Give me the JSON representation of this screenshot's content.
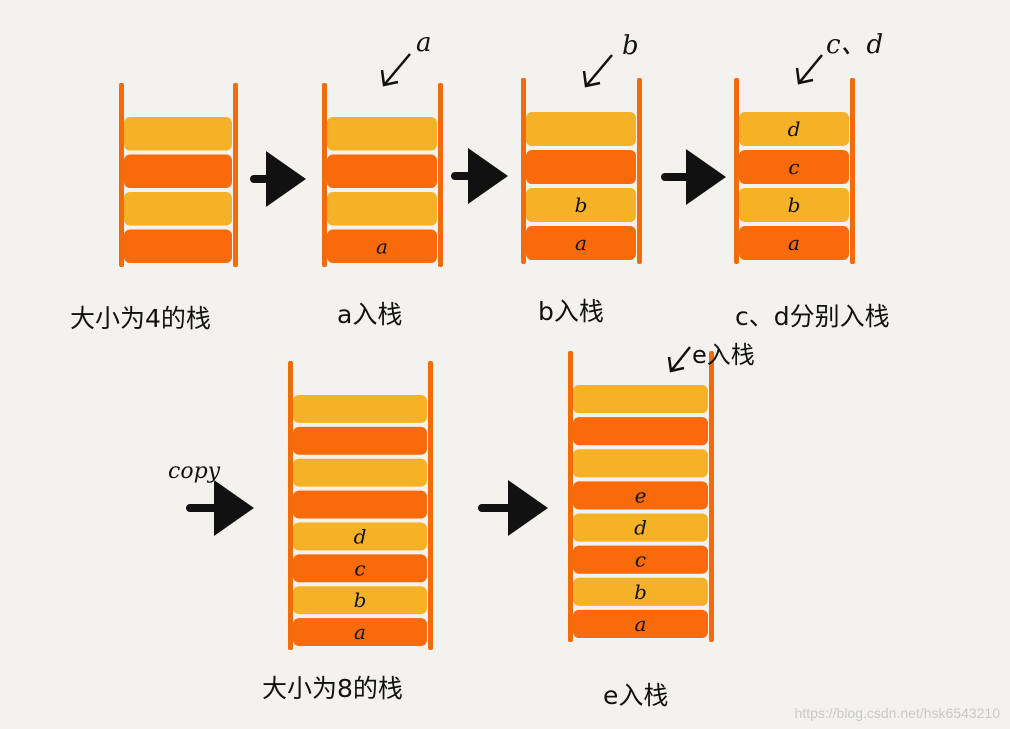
{
  "colors": {
    "background": "#f3f2ee",
    "wall": "#f46b0c",
    "cell_yellow": "#f6b226",
    "cell_orange": "#f86a0a",
    "ink": "#111111"
  },
  "stages": [
    {
      "caption": "大小为4的栈",
      "push_label": "",
      "cells": [
        "",
        "",
        "",
        ""
      ]
    },
    {
      "caption": "a入栈",
      "push_label": "a",
      "cells": [
        "a",
        "",
        "",
        ""
      ]
    },
    {
      "caption": "b入栈",
      "push_label": "b",
      "cells": [
        "a",
        "b",
        "",
        ""
      ]
    },
    {
      "caption": "c、d分别入栈",
      "push_label": "c、d",
      "cells": [
        "a",
        "b",
        "c",
        "d"
      ]
    },
    {
      "caption": "大小为8的栈",
      "push_label": "",
      "cells": [
        "a",
        "b",
        "c",
        "d",
        "",
        "",
        "",
        ""
      ]
    },
    {
      "caption": "e入栈",
      "push_label": "e入栈",
      "cells": [
        "a",
        "b",
        "c",
        "d",
        "e",
        "",
        "",
        ""
      ]
    }
  ],
  "copy_label": "copy",
  "watermark": "https://blog.csdn.net/hsk6543210"
}
